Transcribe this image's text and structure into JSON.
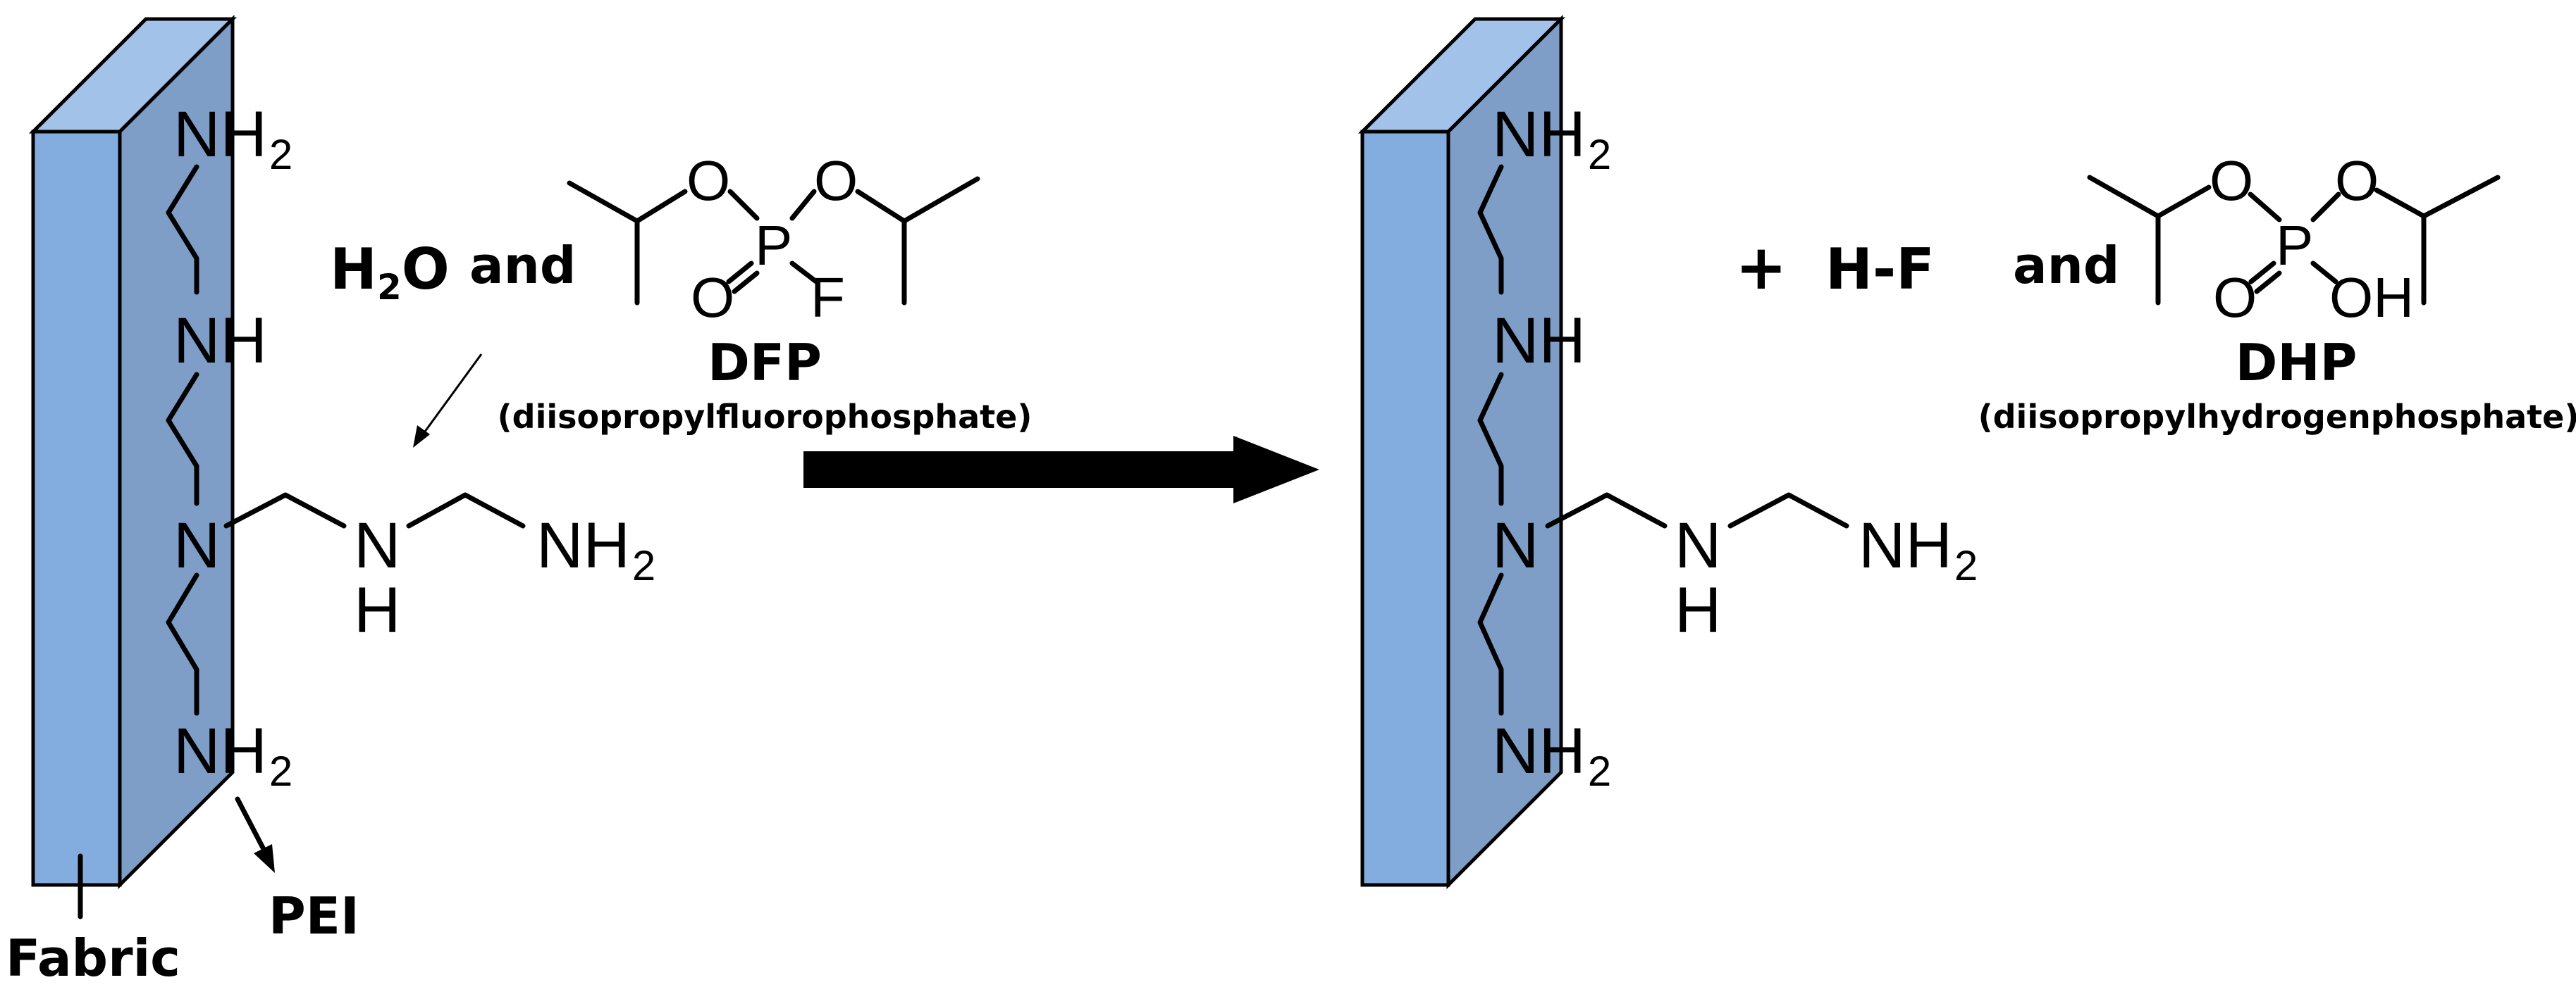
{
  "colors": {
    "fabric_front": "#84ADDF",
    "fabric_top": "#A3C2E9",
    "fabric_side": "#7E9EC8",
    "ink": "#000000"
  },
  "left": {
    "chain_labels": [
      "NH",
      "NH",
      "N",
      "NH"
    ],
    "h2_sub": "2",
    "branch": {
      "nh_n": "N",
      "nh_h": "H",
      "nh2": "NH",
      "nh2_sub": "2"
    },
    "fabric_label": "Fabric",
    "pei_label": "PEI"
  },
  "reactants": {
    "water_h": "H",
    "water_sub": "2",
    "water_o": "O",
    "and": "and",
    "dfp": {
      "o1": "O",
      "p": "P",
      "o2": "O",
      "o3": "O",
      "f": "F",
      "name": "DFP",
      "full_name": "(diisopropylfluorophosphate)"
    }
  },
  "right": {
    "chain_labels": [
      "NH",
      "NH",
      "N",
      "NH"
    ],
    "h2_sub": "2",
    "branch": {
      "nh_n": "N",
      "nh_h": "H",
      "nh2": "NH",
      "nh2_sub": "2"
    }
  },
  "products": {
    "plus": "+",
    "hf": "H-F",
    "and": "and",
    "dhp": {
      "o1": "O",
      "p": "P",
      "o2": "O",
      "o3": "O",
      "oh": "OH",
      "name": "DHP",
      "full_name": "(diisopropylhydrogenphosphate)"
    }
  }
}
